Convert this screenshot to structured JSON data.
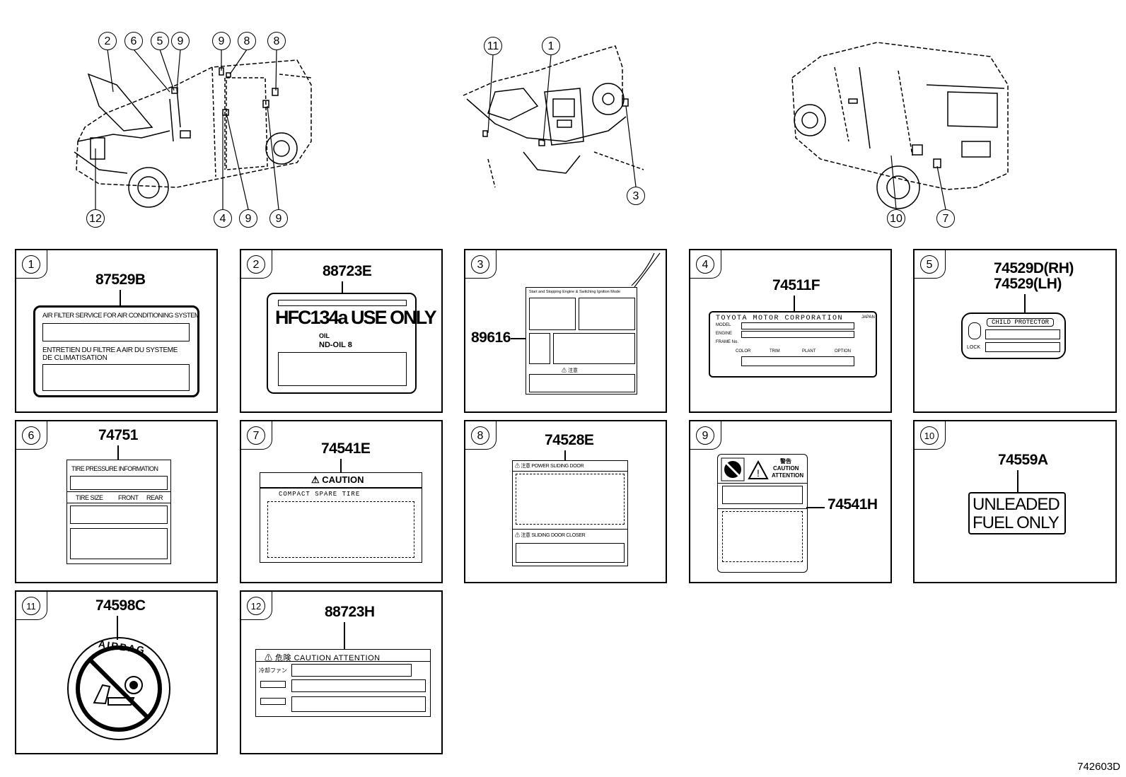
{
  "callouts": {
    "front_view": [
      "2",
      "6",
      "5",
      "9",
      "9",
      "8",
      "8",
      "12",
      "4",
      "9",
      "9"
    ],
    "interior_view": [
      "11",
      "1",
      "3"
    ],
    "rear_view": [
      "10",
      "7"
    ]
  },
  "panels": [
    {
      "num": "1",
      "part": "87529B",
      "lines": [
        "AIR FILTER SERVICE FOR AIR CONDITIONING SYSTEM",
        "ENTRETIEN DU FILTRE A AIR DU SYSTEME",
        "DE CLIMATISATION"
      ]
    },
    {
      "num": "2",
      "part": "88723E",
      "big": "HFC134a USE ONLY",
      "sub1": "OIL",
      "sub2": "ND-OIL 8"
    },
    {
      "num": "3",
      "part": "89616",
      "header": "Start and Stopping Engine & Switching Ignition Mode",
      "warn": "⚠ 注意"
    },
    {
      "num": "4",
      "part": "74511F",
      "header": "TOYOTA MOTOR CORPORATION",
      "made": "JAPAN",
      "fields": [
        "MODEL",
        "ENGINE",
        "FRAME No."
      ],
      "cols": [
        "COLOR",
        "TRIM",
        "PLANT",
        "OPTION"
      ]
    },
    {
      "num": "5",
      "part": "74529D(RH)",
      "part2": "74529(LH)",
      "title": "CHILD PROTECTOR",
      "lock": "LOCK"
    },
    {
      "num": "6",
      "part": "74751",
      "title": "TIRE PRESSURE INFORMATION",
      "cols": [
        "TIRE SIZE",
        "FRONT",
        "REAR"
      ]
    },
    {
      "num": "7",
      "part": "74541E",
      "title": "⚠ CAUTION",
      "sub": "COMPACT SPARE TIRE"
    },
    {
      "num": "8",
      "part": "74528E",
      "row1": "⚠ 注意 POWER SLIDING DOOR",
      "row2": "⚠ 注意 SLIDING DOOR CLOSER"
    },
    {
      "num": "9",
      "part": "74541H",
      "t1": "警告",
      "t2": "CAUTION",
      "t3": "ATTENTION"
    },
    {
      "num": "10",
      "part": "74559A",
      "line1": "UNLEADED",
      "line2": "FUEL ONLY"
    },
    {
      "num": "11",
      "part": "74598C",
      "word": "AIRBAG"
    },
    {
      "num": "12",
      "part": "88723H",
      "header": "⚠ 危険   CAUTION   ATTENTION",
      "row": "冷却ファン"
    }
  ],
  "diagram_code": "742603D"
}
